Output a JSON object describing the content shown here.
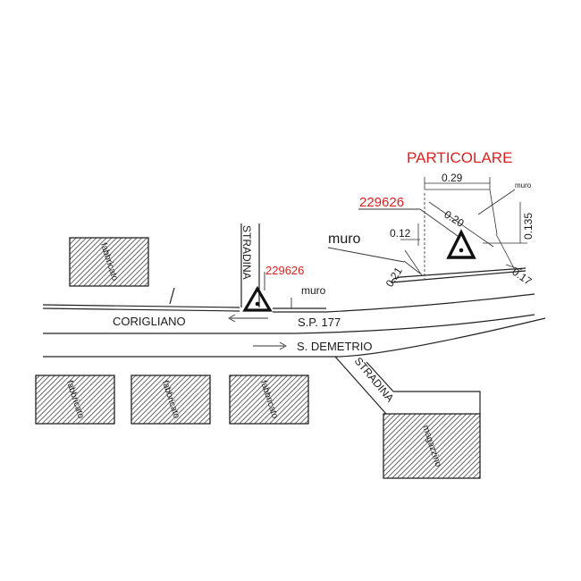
{
  "title": "PARTICOLARE",
  "colors": {
    "accent": "#e02020",
    "ink": "#222222"
  },
  "labels": {
    "road_main": "S.P. 177",
    "road_corigliano": "CORIGLIANO",
    "road_s_demetrio": "S. DEMETRIO",
    "stradina_top": "STRADINA",
    "stradina_bottom": "STRADINA",
    "muro_small": "muro",
    "muro_detail": "muro",
    "muro_detail_tiny": "muro",
    "arrow_left": "←",
    "arrow_right": "→"
  },
  "benchmark": {
    "id_main": "229626",
    "id_detail": "229626",
    "icon": "triangle-benchmark-icon"
  },
  "buildings": [
    {
      "label": "fabbricato"
    },
    {
      "label": "fabbricato"
    },
    {
      "label": "fabbricato"
    },
    {
      "label": "fabbricato"
    },
    {
      "label": "magazzino"
    }
  ],
  "dimensions": {
    "d029": "0.29",
    "d020": "0.20",
    "d012": "0.12",
    "d0135": "0.135",
    "d021": "0.21",
    "d017": "0.17"
  }
}
